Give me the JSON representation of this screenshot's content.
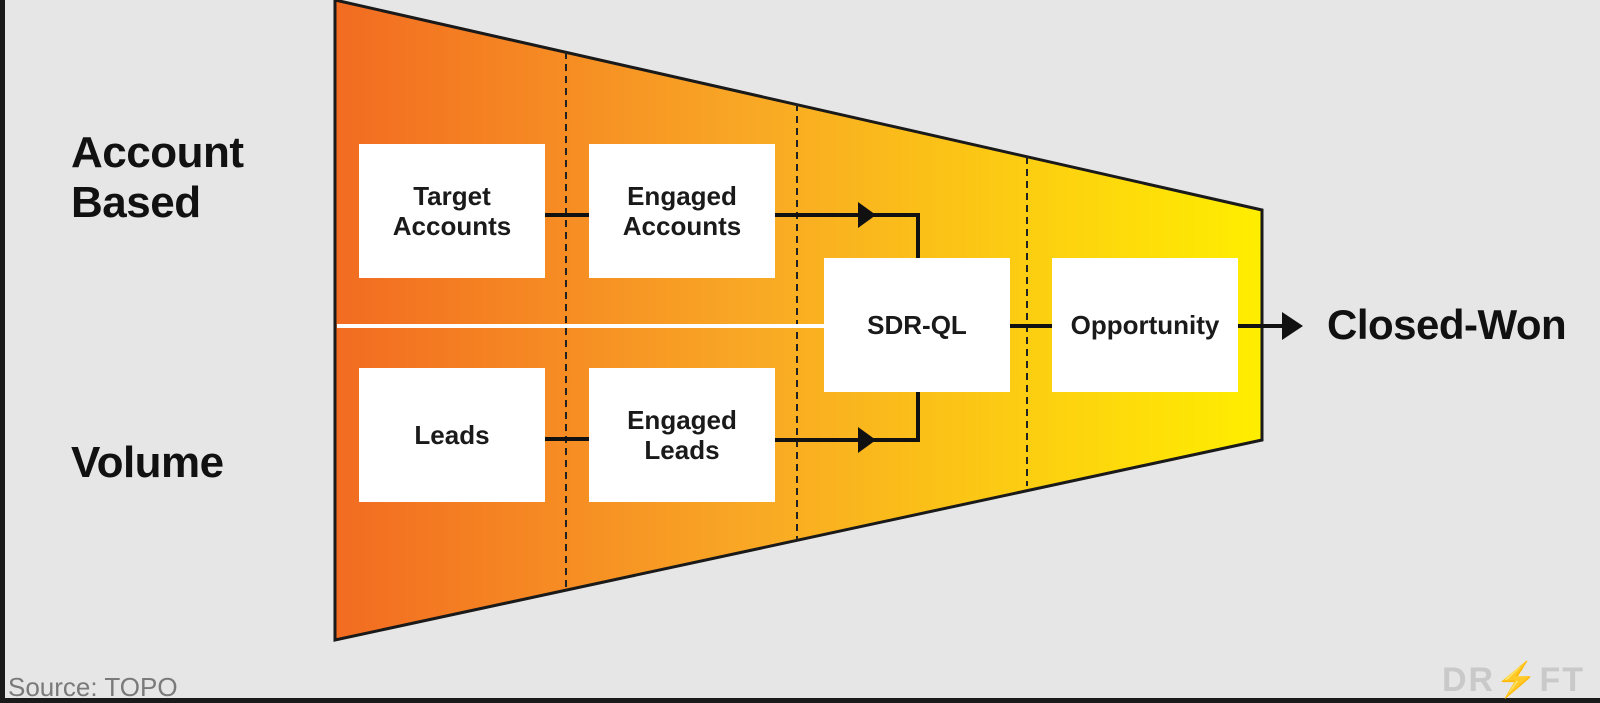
{
  "labels": {
    "account_based_line1": "Account",
    "account_based_line2": "Based",
    "volume": "Volume"
  },
  "nodes": {
    "target_accounts": {
      "line1": "Target",
      "line2": "Accounts"
    },
    "engaged_accounts": {
      "line1": "Engaged",
      "line2": "Accounts"
    },
    "leads": {
      "line1": "Leads"
    },
    "engaged_leads": {
      "line1": "Engaged",
      "line2": "Leads"
    },
    "sdr_ql": {
      "line1": "SDR-QL"
    },
    "opportunity": {
      "line1": "Opportunity"
    }
  },
  "outcome": "Closed-Won",
  "source": "Source: TOPO",
  "logo_text": "DR⚡FT",
  "colors": {
    "funnel_start": "#f26b21",
    "funnel_mid": "#f9a825",
    "funnel_end": "#ffeb00",
    "background": "#e6e6e6",
    "node_fill": "#ffffff",
    "text": "#111111"
  }
}
